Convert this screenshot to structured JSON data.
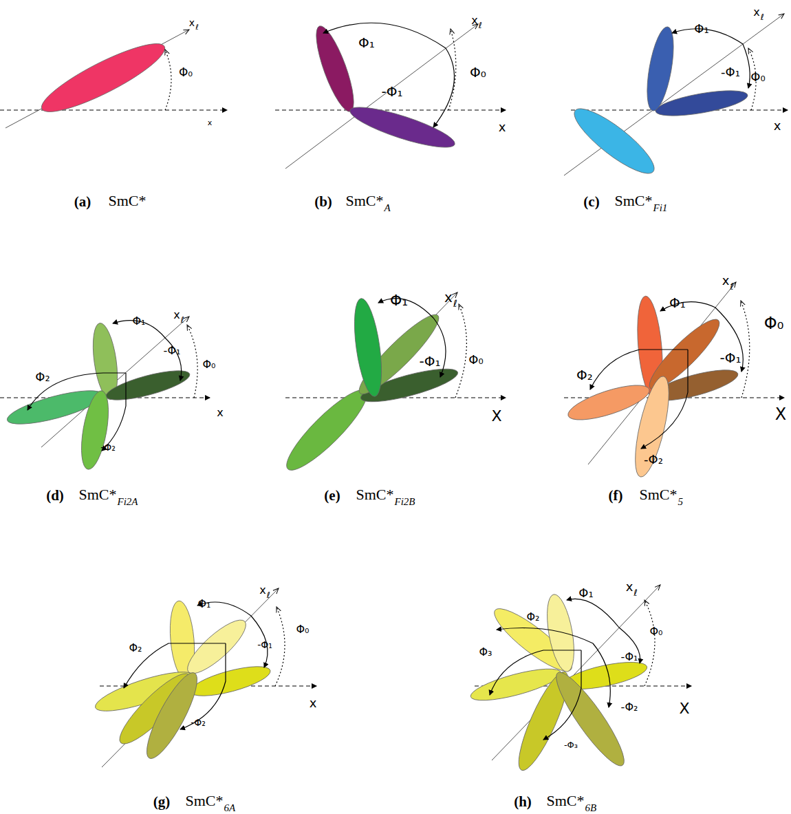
{
  "diagram": {
    "labels": [
      "x",
      "ℓ",
      "Φ₀",
      "x",
      "(a)",
      "SmC*",
      "x",
      "ℓ",
      "Φ₁",
      "-Φ₁",
      "Φ₀",
      "x",
      "(b)",
      "SmC*",
      "A",
      "x",
      "ℓ",
      "Φ₁",
      "-Φ₁",
      "Φ₀",
      "x",
      "(c)",
      "SmC*",
      "Fi1",
      "x",
      "ℓ",
      "Φ₁",
      "-Φ₁",
      "Φ₀",
      "Φ₂",
      "-Φ₂",
      "x",
      "(d)",
      "SmC*",
      "Fi2A",
      "x",
      "ℓ",
      "Φ₁",
      "-Φ₁",
      "Φ₀",
      "X",
      "(e)",
      "SmC*",
      "Fi2B",
      "x",
      "ℓ",
      "Φ₁",
      "-Φ₁",
      "Φ₀",
      "Φ₂",
      "-Φ₂",
      "X",
      "(f)",
      "SmC*",
      "5",
      "x",
      "ℓ",
      "Φ₁",
      "-Φ₁",
      "Φ₀",
      "Φ₂",
      "-Φ₂",
      "x",
      "(g)",
      "SmC*",
      "6A",
      "x",
      "ℓ",
      "Φ₁",
      "Φ₂",
      "Φ₃",
      "-Φ₁",
      "Φ₀",
      "-Φ₂",
      "-Φ₃",
      "X",
      "(h)",
      "SmC*",
      "6B"
    ]
  }
}
